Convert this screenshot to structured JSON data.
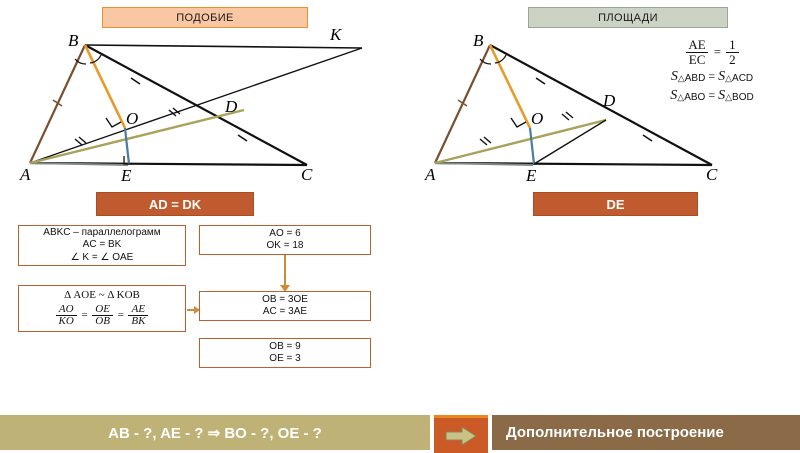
{
  "slide": {
    "left_section_title": "ПОДОБИЕ",
    "right_section_title": "ПЛОЩАДИ",
    "left_result": "AD = DK",
    "right_result": "DE"
  },
  "colors": {
    "banner_similarity_bg": "#fac7a4",
    "banner_similarity_border": "#e8922f",
    "banner_areas_bg": "#ccd3c5",
    "banner_areas_border": "#9aa694",
    "result_banner_bg": "#bf5b2e",
    "flow_box_border": "#b5622e",
    "bottom_left_bg": "#bfb276",
    "bottom_arrow_bg": "#cb5a26",
    "bottom_right_bg": "#8a6a47",
    "side_ab": "#7a4f30",
    "bisector_bo": "#e89b29",
    "median_ad": "#a9a25b",
    "height_oe": "#4a7ca3",
    "base_ae": "#7f8a84",
    "stroke_black": "#111111"
  },
  "left_diagram": {
    "name": "similarity-construction",
    "vertices": [
      "A",
      "B",
      "C",
      "K",
      "D",
      "E",
      "O"
    ]
  },
  "right_diagram": {
    "name": "areas-construction",
    "vertices": [
      "A",
      "B",
      "C",
      "D",
      "E",
      "O"
    ]
  },
  "formulas": {
    "ratio_num": "AE",
    "ratio_den": "EC",
    "ratio_eq": "=",
    "ratio_val_num": "1",
    "ratio_val_den": "2",
    "area_eq_1_left_sub": "ABD",
    "area_eq_1_right_sub": "ACD",
    "area_eq_2_left_sub": "ABO",
    "area_eq_2_right_sub": "BOD",
    "area_symbol": "S",
    "triangle_symbol": "△",
    "equals": "="
  },
  "flowchart": {
    "parallelogram_box": {
      "line1": "ABKC – параллелограмм",
      "line2": "AC = BK",
      "line3": "∠ K = ∠ OAE"
    },
    "similar_box": {
      "line1": "Δ AOE ~ Δ KOB",
      "f1_num": "AO",
      "f1_den": "KO",
      "eq1": "=",
      "f2_num": "OE",
      "f2_den": "OB",
      "eq2": "=",
      "f3_num": "AE",
      "f3_den": "BK"
    },
    "given_box": {
      "line1": "AO = 6",
      "line2": "OK = 18"
    },
    "derived_box": {
      "line1": "OB = 3OE",
      "line2": "AC = 3AE"
    },
    "result_box": {
      "line1": "OB = 9",
      "line2": "OE = 3"
    }
  },
  "bottom": {
    "question": "AB - ?, AE - ? ⇒ BO - ?, OE - ?",
    "arrow_icon": "right-arrow-icon",
    "action": "Дополнительное построение"
  }
}
